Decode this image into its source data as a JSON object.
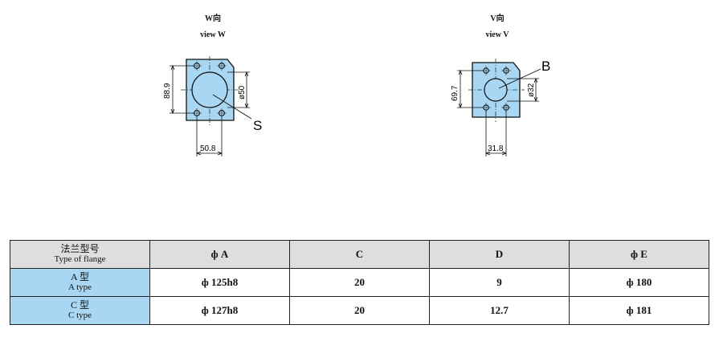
{
  "view_w": {
    "title_cn": "W向",
    "title_en": "view W",
    "dim_height": "88.9",
    "dim_width": "50.8",
    "dim_diameter": "ø50",
    "callout": "S"
  },
  "view_v": {
    "title_cn": "V向",
    "title_en": "view V",
    "dim_height": "69.7",
    "dim_width": "31.8",
    "dim_diameter": "ø32",
    "callout": "B"
  },
  "table": {
    "header": {
      "type_cn": "法兰型号",
      "type_en": "Type of flange",
      "col_a": "ф A",
      "col_c": "C",
      "col_d": "D",
      "col_e": "ф E"
    },
    "rows": [
      {
        "type_cn": "A 型",
        "type_en": "A type",
        "a": "ф 125h8",
        "c": "20",
        "d": "9",
        "e": "ф 180"
      },
      {
        "type_cn": "C 型",
        "type_en": "C type",
        "a": "ф 127h8",
        "c": "20",
        "d": "12.7",
        "e": "ф 181"
      }
    ]
  },
  "colors": {
    "flange_fill": "#a9d6f2",
    "header_fill": "#dedede",
    "row_fill": "#a9d6f2"
  }
}
